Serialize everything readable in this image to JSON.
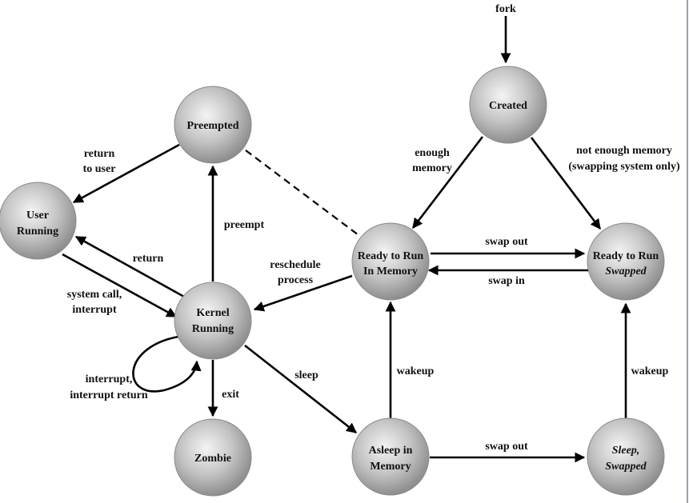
{
  "title": "",
  "states": {
    "created": "Created",
    "preempted": "Preempted",
    "user_running_1": "User",
    "user_running_2": "Running",
    "kernel_running_1": "Kernel",
    "kernel_running_2": "Running",
    "ready_mem_1": "Ready to Run",
    "ready_mem_2": "In Memory",
    "ready_swapped_1": "Ready to Run",
    "ready_swapped_2": "Swapped",
    "zombie": "Zombie",
    "asleep_mem_1": "Asleep in",
    "asleep_mem_2": "Memory",
    "sleep_swapped_1": "Sleep,",
    "sleep_swapped_2": "Swapped"
  },
  "transitions": {
    "fork": "fork",
    "enough_memory_1": "enough",
    "enough_memory_2": "memory",
    "not_enough_1": "not enough memory",
    "not_enough_2": "(swapping system only)",
    "return_to_user_1": "return",
    "return_to_user_2": "to user",
    "preempt": "preempt",
    "return": "return",
    "syscall_1": "system call,",
    "syscall_2": "interrupt",
    "reschedule_1": "reschedule",
    "reschedule_2": "process",
    "swap_out_top": "swap out",
    "swap_in": "swap in",
    "interrupt_1": "interrupt,",
    "interrupt_2": "interrupt return",
    "exit": "exit",
    "sleep": "sleep",
    "wakeup_left": "wakeup",
    "wakeup_right": "wakeup",
    "swap_out_bottom": "swap out"
  },
  "colors": {
    "node_fill_light": "#f2f2f2",
    "node_fill_dark": "#8c8c8c",
    "edge": "#000000"
  }
}
